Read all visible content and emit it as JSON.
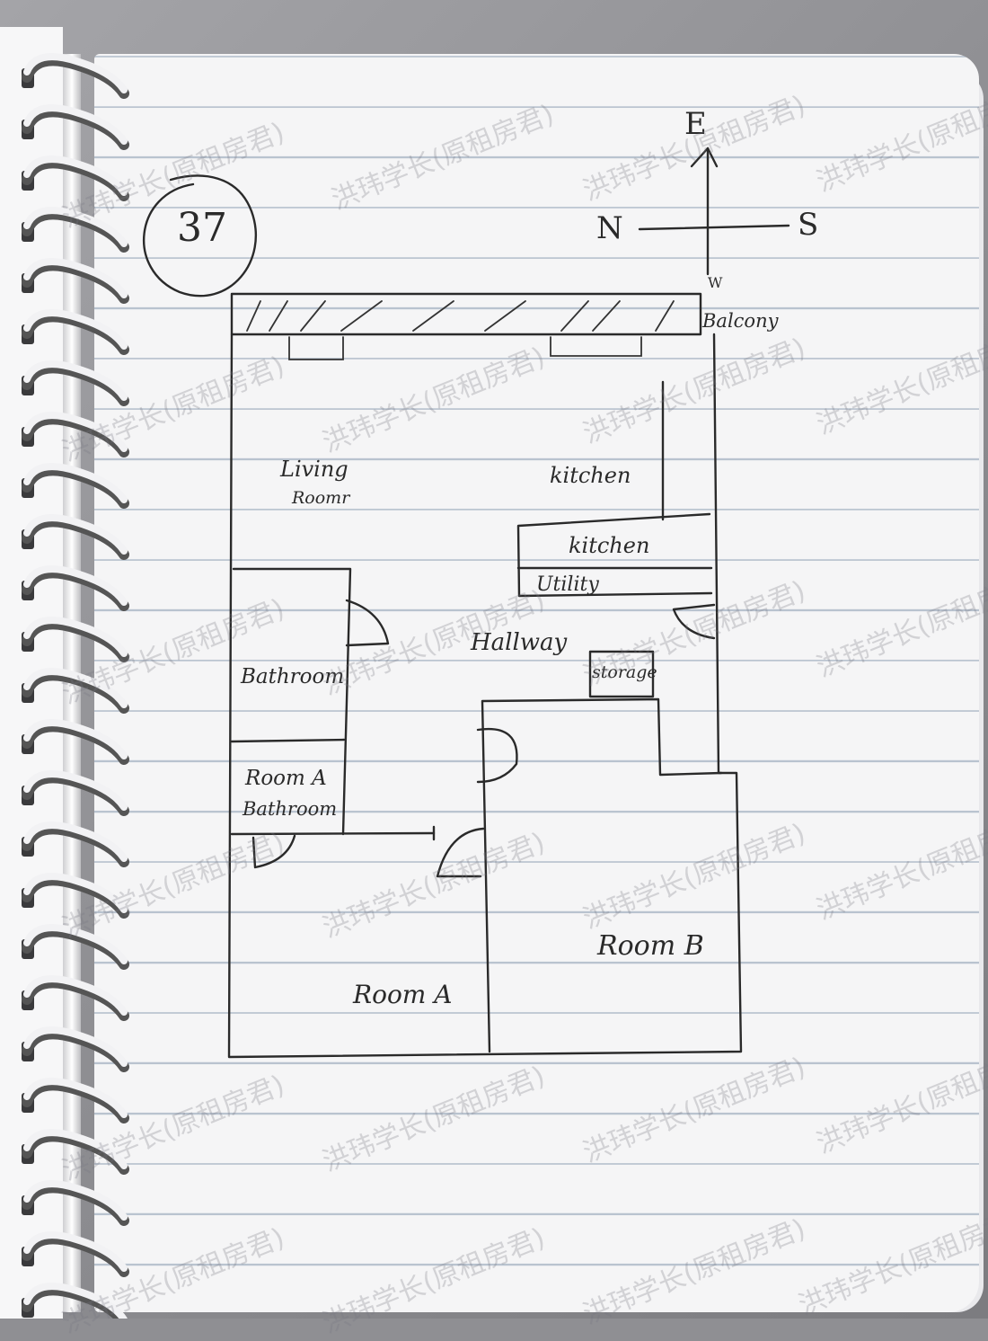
{
  "page_number": "37",
  "compass": {
    "east": "E",
    "north": "N",
    "south": "S",
    "west": "W"
  },
  "rooms": {
    "balcony": "Balcony",
    "living_line1": "Living",
    "living_line2": "Roomr",
    "kitchen_upper": "kitchen",
    "kitchen_lower": "kitchen",
    "utility": "Utility",
    "hallway": "Hallway",
    "storage": "storage",
    "bathroom": "Bathroom",
    "room_a_bath_line1": "Room A",
    "room_a_bath_line2": "Bathroom",
    "room_a": "Room A",
    "room_b": "Room B"
  },
  "watermark_text": "洪玮学长(原租房君)",
  "colors": {
    "ink": "#2a2a2a",
    "paper": "#f5f5f6",
    "rule_line": "#b9c3cf"
  }
}
